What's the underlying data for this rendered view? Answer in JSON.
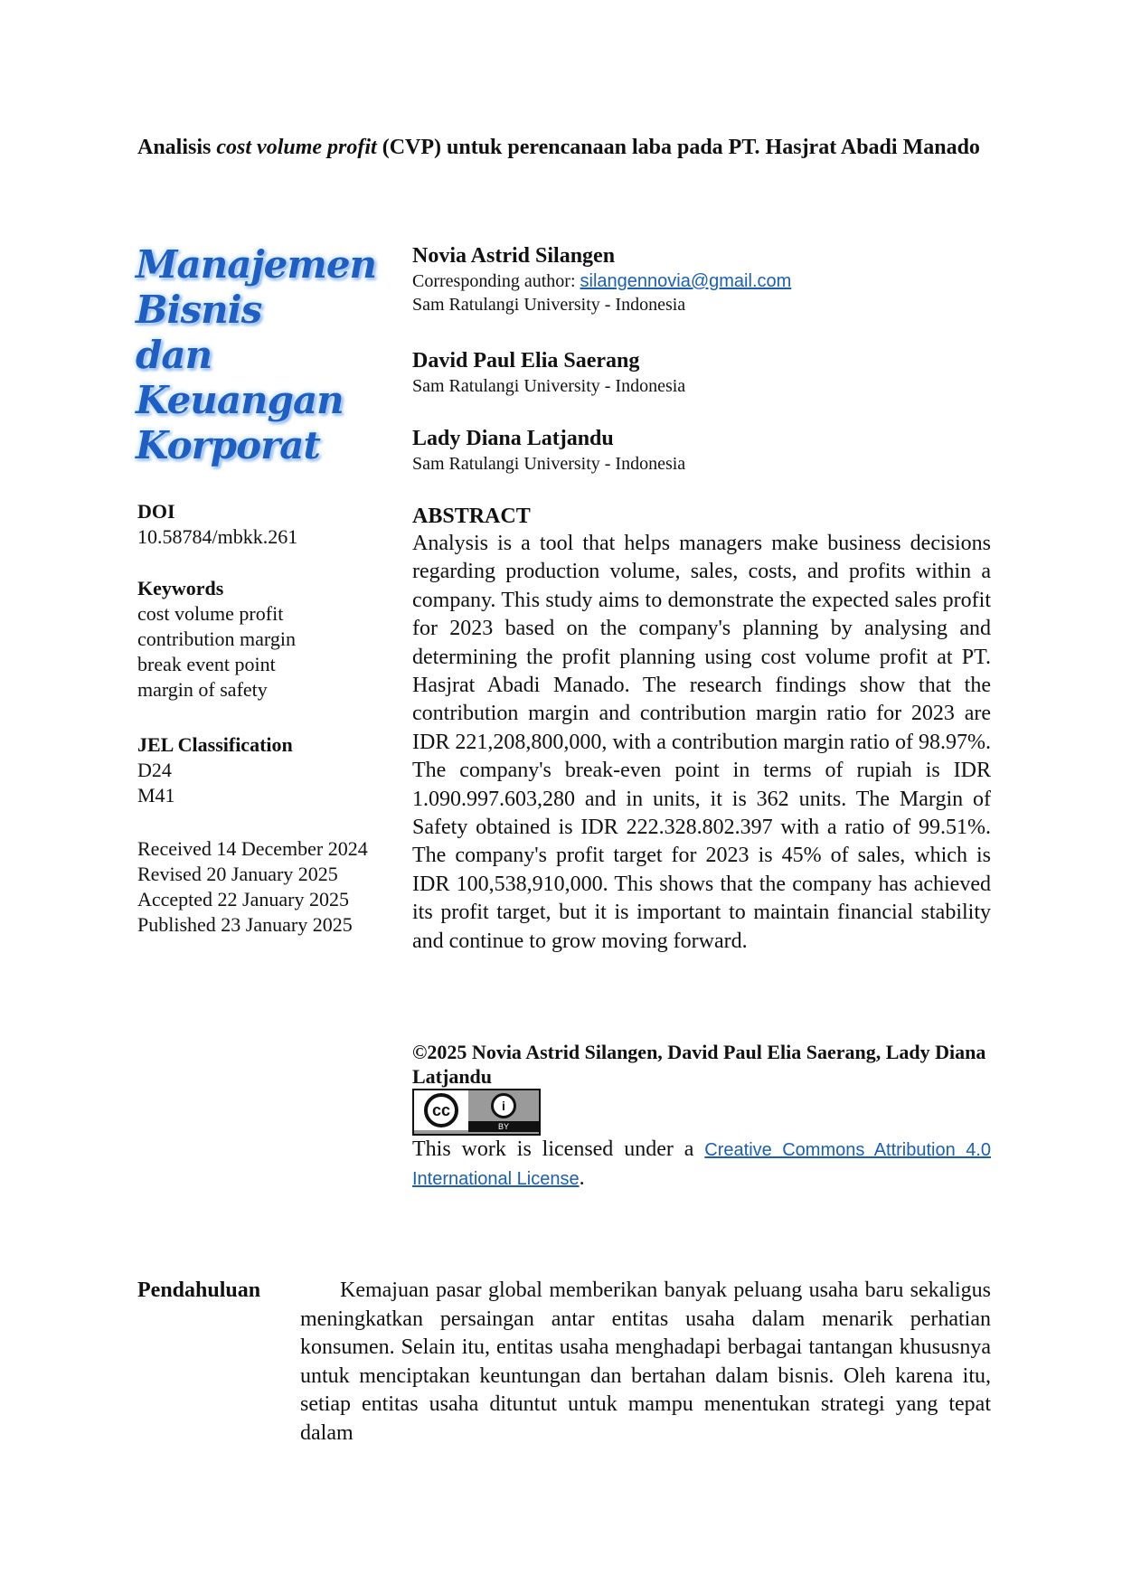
{
  "title": {
    "prefix": "Analisis ",
    "italic": "cost volume profit",
    "suffix": " (CVP) untuk perencanaan laba pada PT. Hasjrat Abadi Manado"
  },
  "journal_logo": [
    "Manajemen",
    "Bisnis",
    "dan",
    "Keuangan",
    "Korporat"
  ],
  "doi": {
    "label": "DOI",
    "value": "10.58784/mbkk.261"
  },
  "keywords": {
    "label": "Keywords",
    "items": [
      "cost volume profit",
      "contribution margin",
      "break event point",
      "margin of safety"
    ]
  },
  "jel": {
    "label": "JEL Classification",
    "items": [
      "D24",
      "M41"
    ]
  },
  "dates": [
    "Received 14 December 2024",
    "Revised 20 January 2025",
    "Accepted 22 January 2025",
    "Published 23 January 2025"
  ],
  "authors": [
    {
      "name": "Novia Astrid Silangen",
      "corresponding_label": "Corresponding author: ",
      "email": "silangennovia@gmail.com",
      "affiliation": "Sam Ratulangi University - Indonesia"
    },
    {
      "name": "David Paul Elia Saerang",
      "affiliation": "Sam Ratulangi University - Indonesia"
    },
    {
      "name": "Lady Diana Latjandu",
      "affiliation": "Sam Ratulangi University - Indonesia"
    }
  ],
  "abstract": {
    "heading": "ABSTRACT",
    "text": "Analysis is a tool that helps managers make business decisions regarding production volume, sales, costs, and profits within a company. This study aims to demonstrate the expected sales profit for 2023 based on the company's planning by analysing and determining the profit planning using cost volume profit at PT. Hasjrat Abadi Manado. The research findings show that the contribution margin and contribution margin ratio for 2023 are IDR 221,208,800,000, with a contribution margin ratio of 98.97%. The company's break-even point in terms of rupiah is IDR 1.090.997.603,280 and in units, it is 362 units. The Margin of Safety obtained is IDR 222.328.802.397 with a ratio of 99.51%. The company's profit target for 2023 is 45% of sales, which is IDR 100,538,910,000. This shows that the company has achieved its profit target, but it is important to maintain financial stability and continue to grow moving forward."
  },
  "copyright": "©2025 Novia Astrid Silangen, David Paul Elia Saerang, Lady Diana Latjandu",
  "cc_badge": {
    "cc": "cc",
    "by": "BY"
  },
  "license": {
    "prefix": "This work is licensed under a ",
    "link_text": "Creative Commons Attribution 4.0 International License",
    "suffix": "."
  },
  "intro": {
    "label": "Pendahuluan",
    "text": "Kemajuan pasar global memberikan banyak peluang usaha baru sekaligus meningkatkan persaingan antar entitas usaha dalam menarik perhatian konsumen. Selain itu, entitas usaha menghadapi berbagai tantangan khususnya untuk menciptakan keuntungan dan bertahan dalam bisnis. Oleh karena itu, setiap entitas usaha dituntut untuk mampu menentukan strategi yang tepat dalam"
  }
}
